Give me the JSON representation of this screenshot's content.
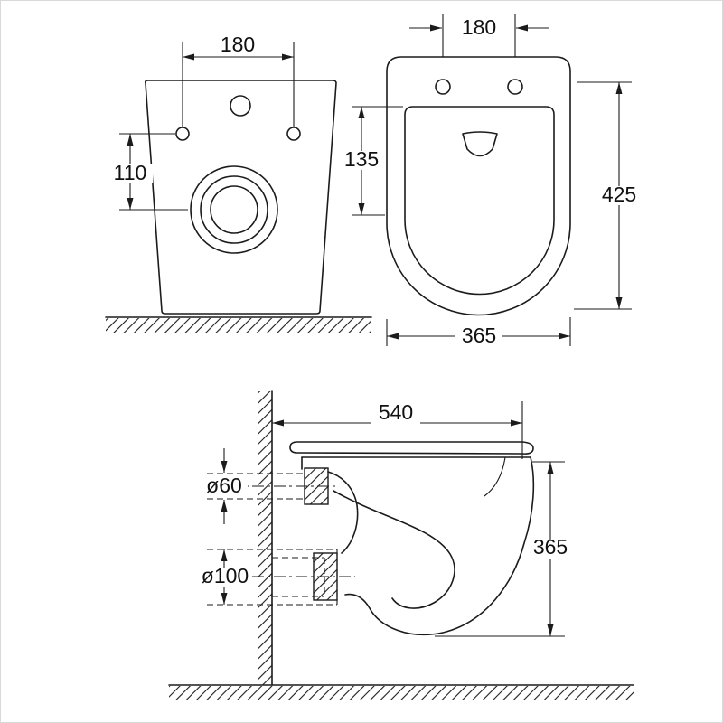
{
  "drawing": {
    "back_view": {
      "hole_spacing": "180",
      "inlet_offset": "110"
    },
    "top_view": {
      "hole_spacing": "180",
      "seat_inset": "135",
      "depth": "425",
      "width": "365"
    },
    "side_view": {
      "depth": "540",
      "inlet_diameter": "ø60",
      "outlet_diameter": "ø100",
      "height": "365"
    }
  }
}
